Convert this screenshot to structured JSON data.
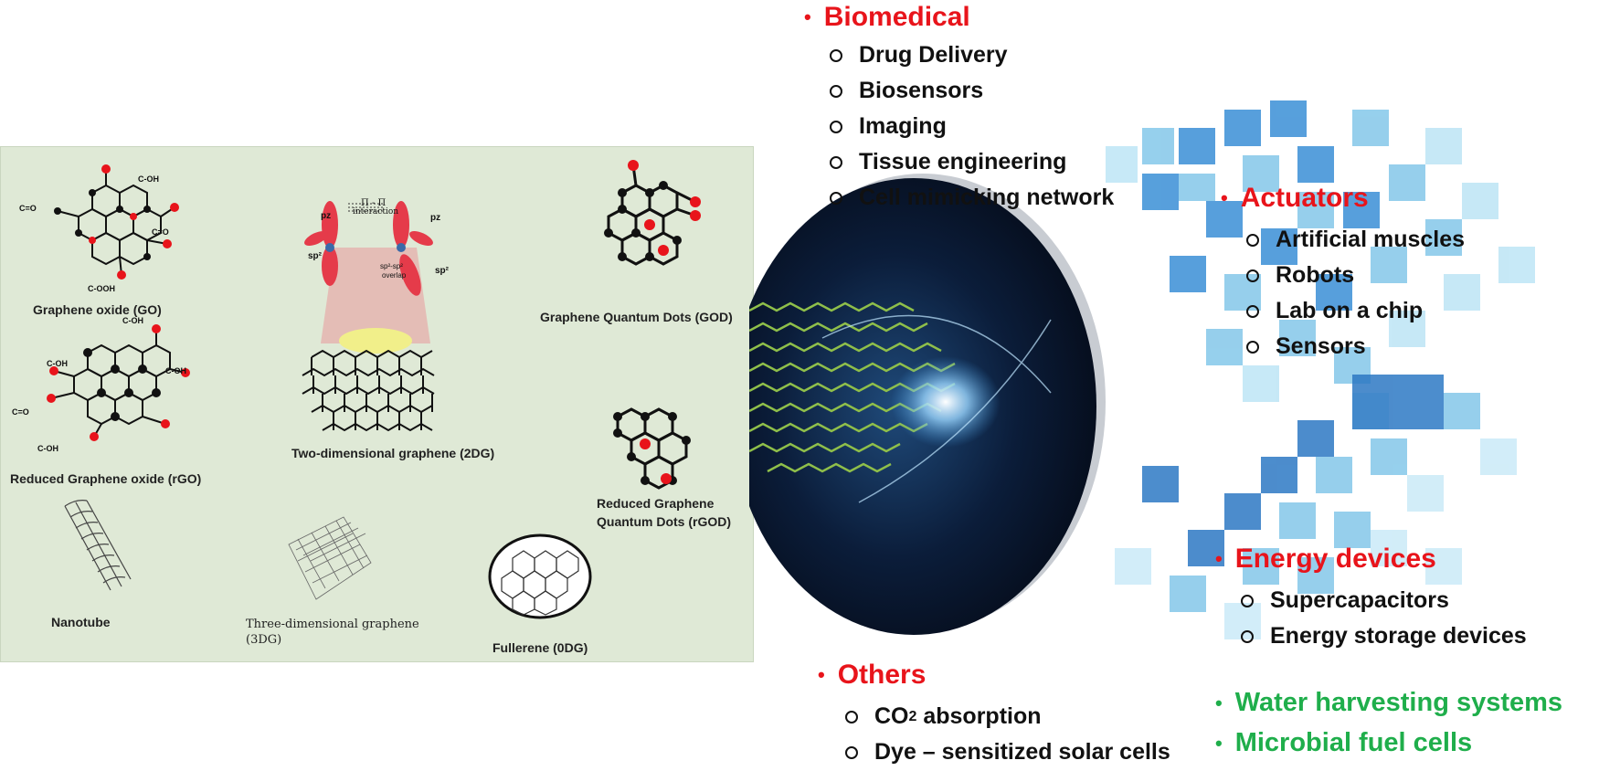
{
  "left_panel": {
    "labels": {
      "go": "Graphene oxide (GO)",
      "rgo": "Reduced Graphene oxide (rGO)",
      "nanotube": "Nanotube",
      "twodg": "Two-dimensional graphene (2DG)",
      "threedg_line1": "Three-dimensional graphene",
      "threedg_line2": "(3DG)",
      "god": "Graphene Quantum Dots (GOD)",
      "rgod_line1": "Reduced Graphene",
      "rgod_line2": "Quantum Dots (rGOD)",
      "fullerene": "Fullerene (0DG)"
    },
    "groups": {
      "cooh": "C-OOH",
      "coh": "C-OH",
      "co": "C=O"
    },
    "orbitals": {
      "pi_pi_1": "Π - Π",
      "pi_pi_2": "interaction",
      "pz": "pz",
      "sp2": "sp²",
      "overlap_1": "sp²-sp²",
      "overlap_2": "overlap"
    }
  },
  "applications": {
    "biomedical": {
      "title": "Biomedical",
      "items": [
        "Drug Delivery",
        "Biosensors",
        "Imaging",
        "Tissue engineering",
        "Cell mimicking network"
      ]
    },
    "actuators": {
      "title": "Actuators",
      "items": [
        "Artificial muscles",
        "Robots",
        "Lab on a chip",
        "Sensors"
      ]
    },
    "energy": {
      "title": "Energy devices",
      "items": [
        "Supercapacitors",
        "Energy storage devices"
      ]
    },
    "others": {
      "title": "Others",
      "co2_prefix": "CO",
      "co2_sub": "2",
      "co2_suffix": " absorption",
      "dye": "Dye – sensitized solar cells"
    },
    "green_items": [
      "Water harvesting systems",
      "Microbial fuel cells"
    ],
    "bullet": "•"
  },
  "colors": {
    "category_red": "#e8141b",
    "category_green": "#1fae4b",
    "panel_bg": "#dfe9d6",
    "mosaic_blue": "#3a8fd6"
  }
}
